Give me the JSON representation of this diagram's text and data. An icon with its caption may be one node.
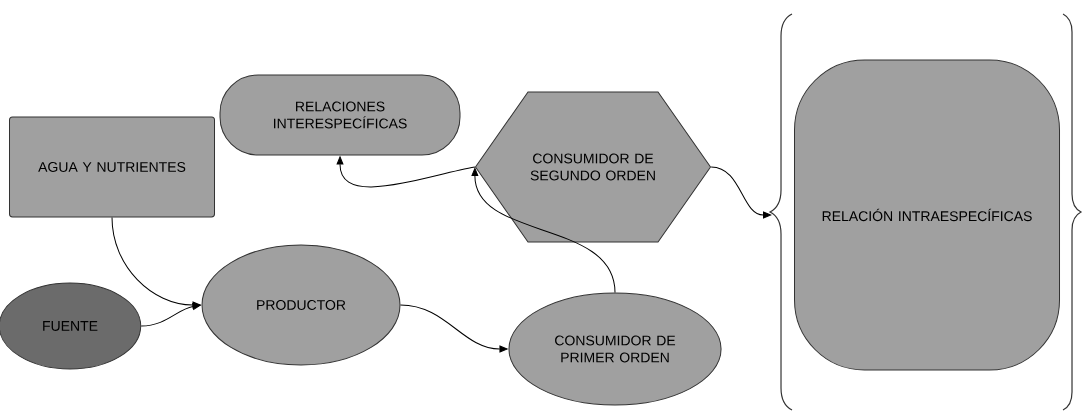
{
  "diagram": {
    "nodes": [
      {
        "text": [
          "RELACIONES INTERESPECÍFICAS"
        ]
      },
      {
        "text": [
          "AGUA Y NUTRIENTES"
        ]
      },
      {
        "text": [
          "CONSUMIDOR DE SEGUNDO ORDEN"
        ]
      },
      {
        "text": [
          "RELACIÓN INTRAESPECÍFICAS"
        ]
      },
      {
        "text": [
          "FUENTE"
        ]
      },
      {
        "text": [
          "PRODUCTOR"
        ]
      },
      {
        "text": [
          "CONSUMIDOR DE PRIMER ORDEN"
        ]
      }
    ],
    "edges": [
      {
        "from": 1,
        "to": 5,
        "arrow": "to"
      },
      {
        "from": 4,
        "to": 5,
        "arrow": "to"
      },
      {
        "from": 5,
        "to": 6,
        "arrow": "to"
      },
      {
        "from": 6,
        "to": 2,
        "arrow": "to"
      },
      {
        "from": 2,
        "to": 0,
        "arrow": "to"
      },
      {
        "from": 2,
        "to": 3,
        "arrow": "to"
      }
    ]
  }
}
